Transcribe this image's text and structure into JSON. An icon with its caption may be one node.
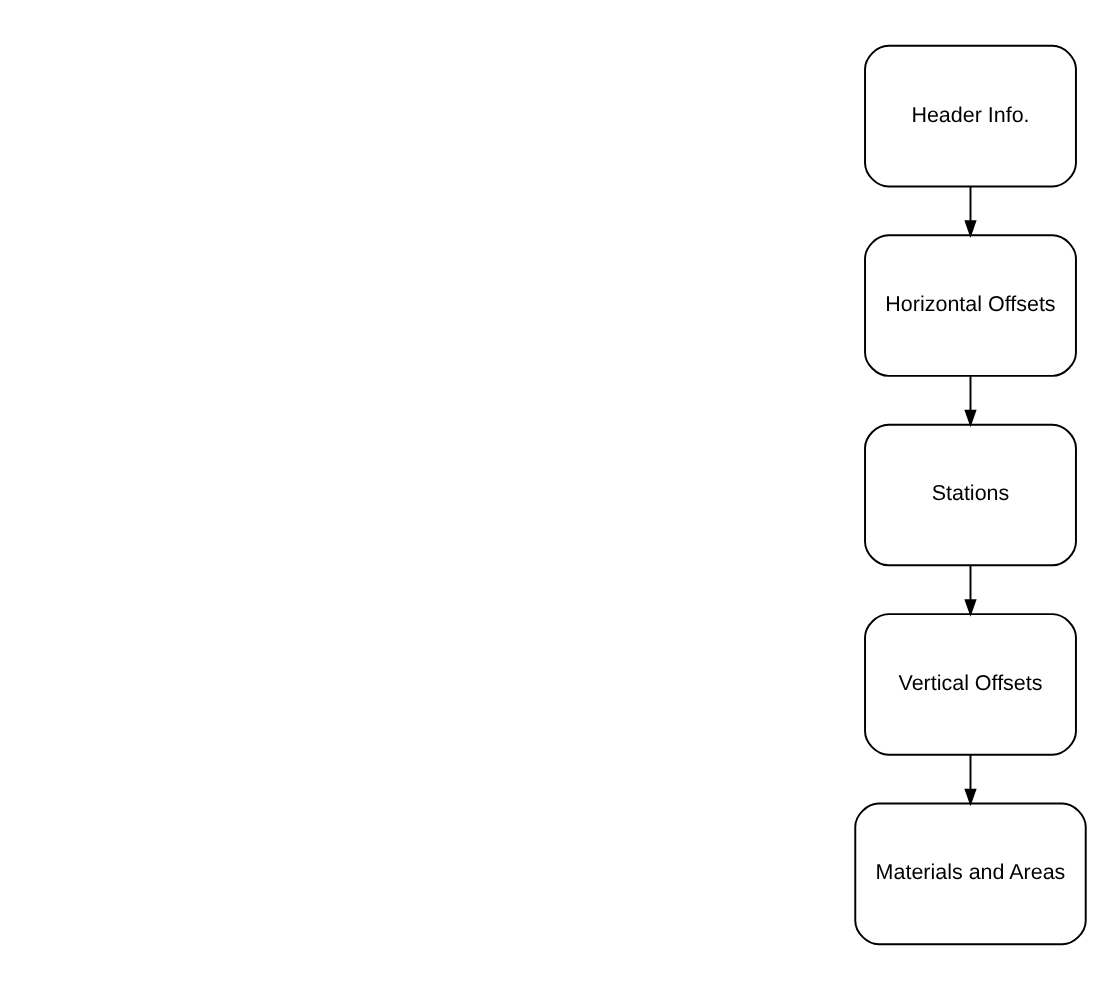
{
  "diagram": {
    "nodes": [
      {
        "text": [
          "Header Info."
        ]
      },
      {
        "text": [
          "Horizontal Offsets"
        ]
      },
      {
        "text": [
          "Stations"
        ]
      },
      {
        "text": [
          "Vertical Offsets"
        ]
      },
      {
        "text": [
          "Materials and Areas"
        ]
      }
    ],
    "edges": [
      {
        "from": 0,
        "to": 1,
        "arrow": "to"
      },
      {
        "from": 1,
        "to": 2,
        "arrow": "to"
      },
      {
        "from": 2,
        "to": 3,
        "arrow": "to"
      },
      {
        "from": 3,
        "to": 4,
        "arrow": "to"
      }
    ]
  }
}
